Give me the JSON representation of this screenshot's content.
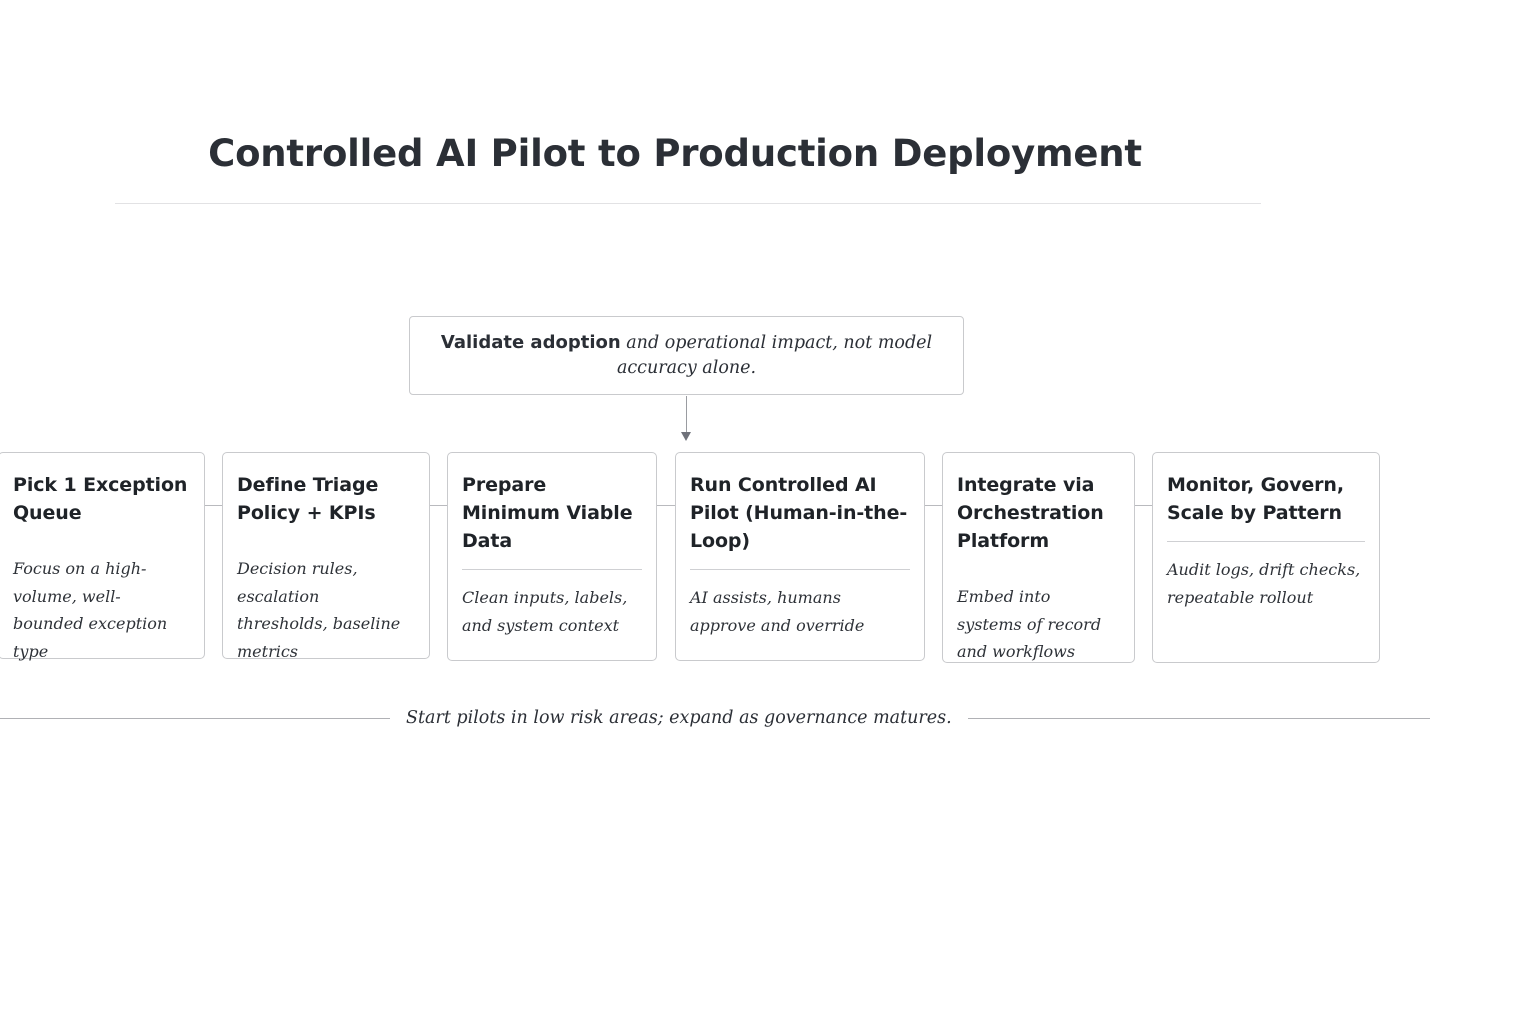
{
  "header": {
    "title": "Controlled AI Pilot to Production Deployment"
  },
  "callout": {
    "lead": "Validate adoption",
    "rest": " and operational impact, not model accuracy alone."
  },
  "cards": [
    {
      "title": "Pick 1 Exception Queue",
      "body": "Focus on a high-volume, well-bounded exception type"
    },
    {
      "title": "Define Triage Policy + KPIs",
      "body": "Decision rules, escalation thresholds, baseline metrics"
    },
    {
      "title": "Prepare Minimum Viable Data",
      "body": "Clean inputs, labels, and system context"
    },
    {
      "title": "Run Controlled AI Pilot (Human-in-the-Loop)",
      "body": "AI assists, humans approve and override"
    },
    {
      "title": "Integrate via Orchestration Platform",
      "body": "Embed into systems of record and workflows"
    },
    {
      "title": "Monitor, Govern, Scale by Pattern",
      "body": "Audit logs, drift checks, repeatable rollout"
    }
  ],
  "footer": {
    "note": "Start pilots in low risk areas; expand as governance matures."
  },
  "colors": {
    "title_text": "#2b2f36",
    "card_border": "#c9cacd",
    "rule": "#e2e2e4",
    "connector": "#b9babe",
    "arrow": "#6f727a"
  }
}
